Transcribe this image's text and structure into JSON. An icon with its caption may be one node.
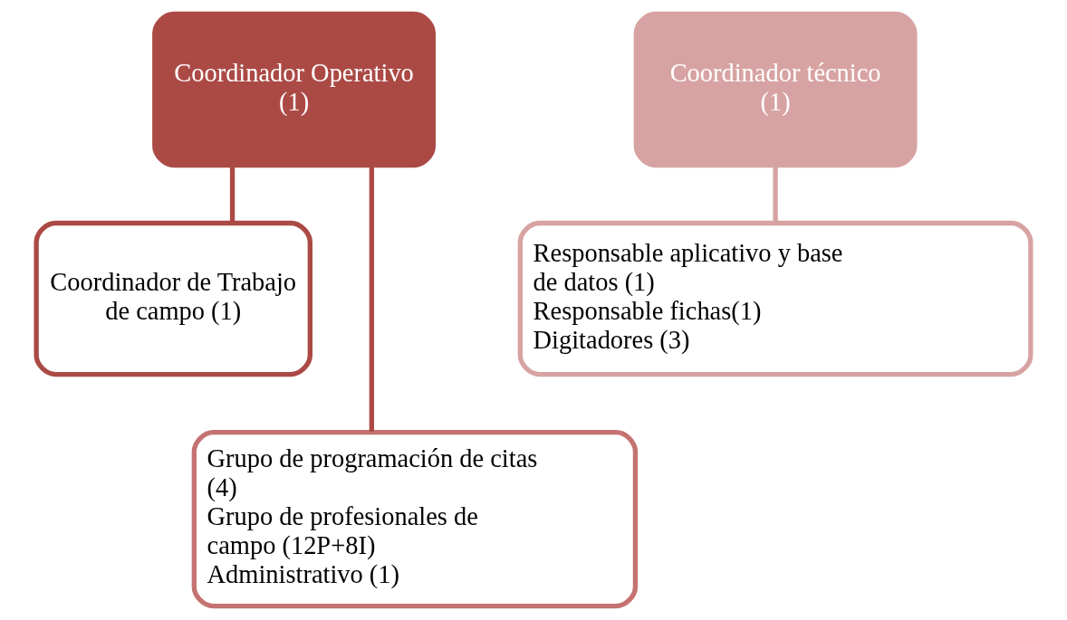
{
  "diagram": {
    "nodes": [
      {
        "text": [
          "Coordinador Operativo (1)"
        ]
      },
      {
        "text": [
          "Coordinador técnico (1)"
        ]
      },
      {
        "text": [
          "Coordinador de Trabajo de campo (1)"
        ]
      },
      {
        "text": [
          "Grupo de programación de citas (4)",
          "Grupo de profesionales de campo (12P+8I)",
          "Administrativo (1)"
        ]
      },
      {
        "text": [
          "Responsable aplicativo y base de datos (1)",
          "Responsable fichas(1)",
          "Digitadores (3)"
        ]
      }
    ],
    "edges": [
      {
        "from": 0,
        "to": 2,
        "arrow": "none"
      },
      {
        "from": 0,
        "to": 3,
        "arrow": "none"
      },
      {
        "from": 1,
        "to": 4,
        "arrow": "none",
        "color": "#d7a3a2"
      }
    ]
  }
}
